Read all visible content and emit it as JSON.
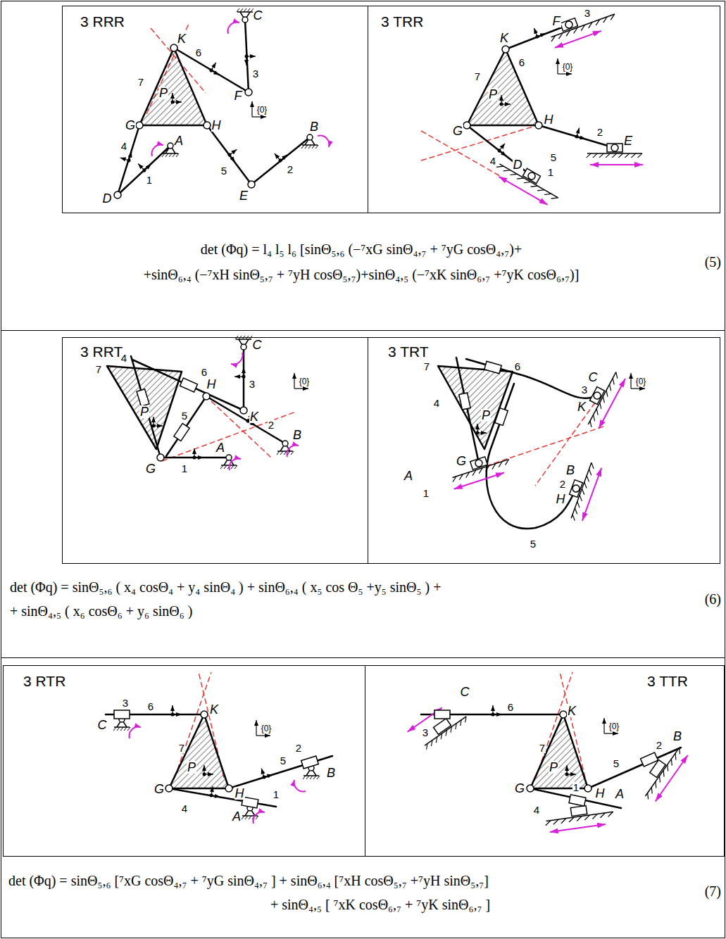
{
  "diagram": {
    "nodes": [
      {
        "text": [
          "det (Φq) = l₄ l₅ l₆ [sinΘ₅,₆ (−⁷xG sinΘ₄,₇ + ⁷yG cosΘ₄,₇)+",
          "+sinΘ₆,₄ (−⁷xH sinΘ₅,₇ + ⁷yH cosΘ₅,₇)+sinΘ₄,₅ (−⁷xK sinΘ₆,₇ +⁷yK cosΘ₆,₇)]",
          "(5)"
        ]
      },
      {
        "text": [
          "3 RRR"
        ],
        "in": 0
      },
      {
        "text": [
          "3 TRR"
        ],
        "in": 0
      },
      {
        "text": [
          "det (Φq) = sinΘ₅,₆ ( x₄ cosΘ₄ + y₄ sinΘ₄ ) + sinΘ₆,₄ ( x₅ cos Θ₅ +y₅ sinΘ₅ ) +",
          "+ sinΘ₄,₅ ( x₆ cosΘ₆ + y₆ sinΘ₆ )",
          "(6)"
        ]
      },
      {
        "text": [
          "3 RRT"
        ],
        "in": 3
      },
      {
        "text": [
          "3 TRT"
        ],
        "in": 3
      },
      {
        "text": [
          "det (Φq) = sinΘ₅,₆ [⁷xG cosΘ₄,₇ + ⁷yG sinΘ₄,₇ ] + sinΘ₆,₄ [⁷xH cosΘ₅,₇ +⁷yH sinΘ₅,₇]",
          "+ sinΘ₄,₅ [ ⁷xK cosΘ₆,₇ + ⁷yK sinΘ₆,₇ ]",
          "(7)"
        ]
      },
      {
        "text": [
          "3 RTR"
        ],
        "in": 6
      },
      {
        "text": [
          "3 TTR"
        ],
        "in": 6
      }
    ],
    "labels": [
      "C",
      "K",
      "6",
      "3",
      "F",
      "7",
      "P",
      "{0}",
      "G",
      "H",
      "B",
      "4",
      "A",
      "2",
      "5",
      "1",
      "D",
      "E",
      "F",
      "3",
      "6",
      "K",
      "{0}",
      "7",
      "P",
      "H",
      "G",
      "5",
      "E",
      "2",
      "4",
      "D",
      "1",
      "C",
      "7",
      "6",
      "K",
      "3",
      "{0}",
      "4",
      "P",
      "5",
      "H",
      "2",
      "B",
      "G",
      "1",
      "A",
      "3",
      "C",
      "K",
      "{0}",
      "7",
      "6",
      "4",
      "P",
      "B",
      "G",
      "H",
      "2",
      "A",
      "1",
      "5",
      "3",
      "C",
      "6",
      "K",
      "{0}",
      "7",
      "P",
      "2",
      "5",
      "B",
      "G",
      "H",
      "4",
      "A",
      "1",
      "C",
      "6",
      "K",
      "{0}",
      "3",
      "2",
      "B",
      "7",
      "P",
      "5",
      "H",
      "G",
      "4",
      "1",
      "A"
    ]
  }
}
